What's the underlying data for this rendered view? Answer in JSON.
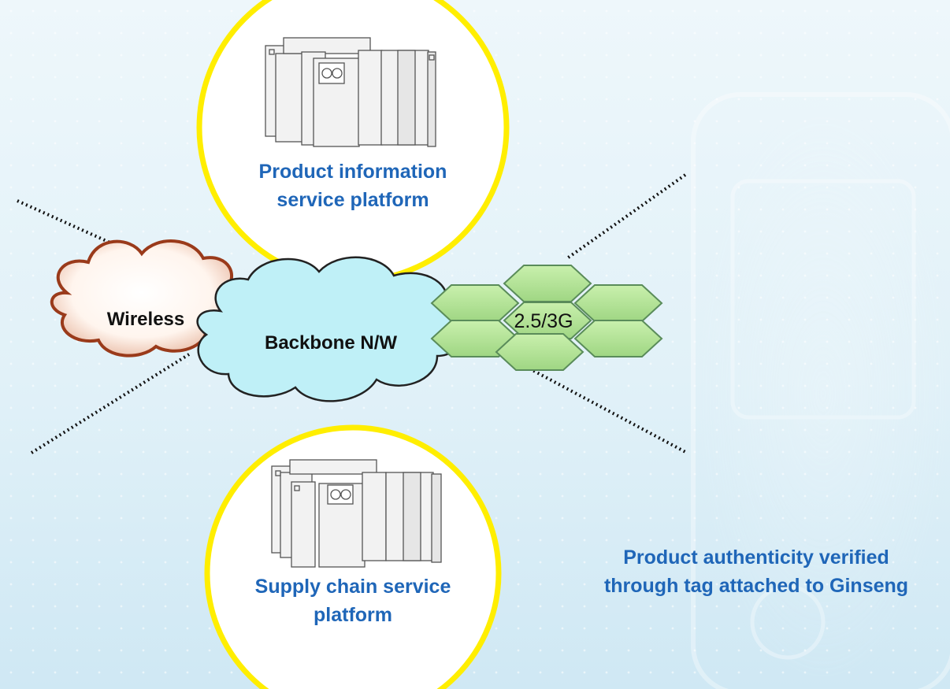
{
  "diagram": {
    "top_platform": {
      "line1": "Product information",
      "line2": "service platform",
      "icon": "server-rack-icon"
    },
    "bottom_platform": {
      "line1": "Supply chain service",
      "line2": "platform",
      "icon": "server-rack-icon"
    },
    "wireless_label": "Wireless",
    "backbone_label": "Backbone N/W",
    "mobile_label": "2.5/3G",
    "verification_note": {
      "line1": "Product authenticity verified",
      "line2": "through tag attached to Ginseng"
    },
    "colors": {
      "platform_ring": "#ffee00",
      "platform_text": "#1f66b8",
      "wireless_cloud_outline": "#9a3a1a",
      "backbone_cloud_fill": "#bff0f7",
      "hex_fill": "#b4e596",
      "hex_outline": "#5a8c5a"
    }
  }
}
